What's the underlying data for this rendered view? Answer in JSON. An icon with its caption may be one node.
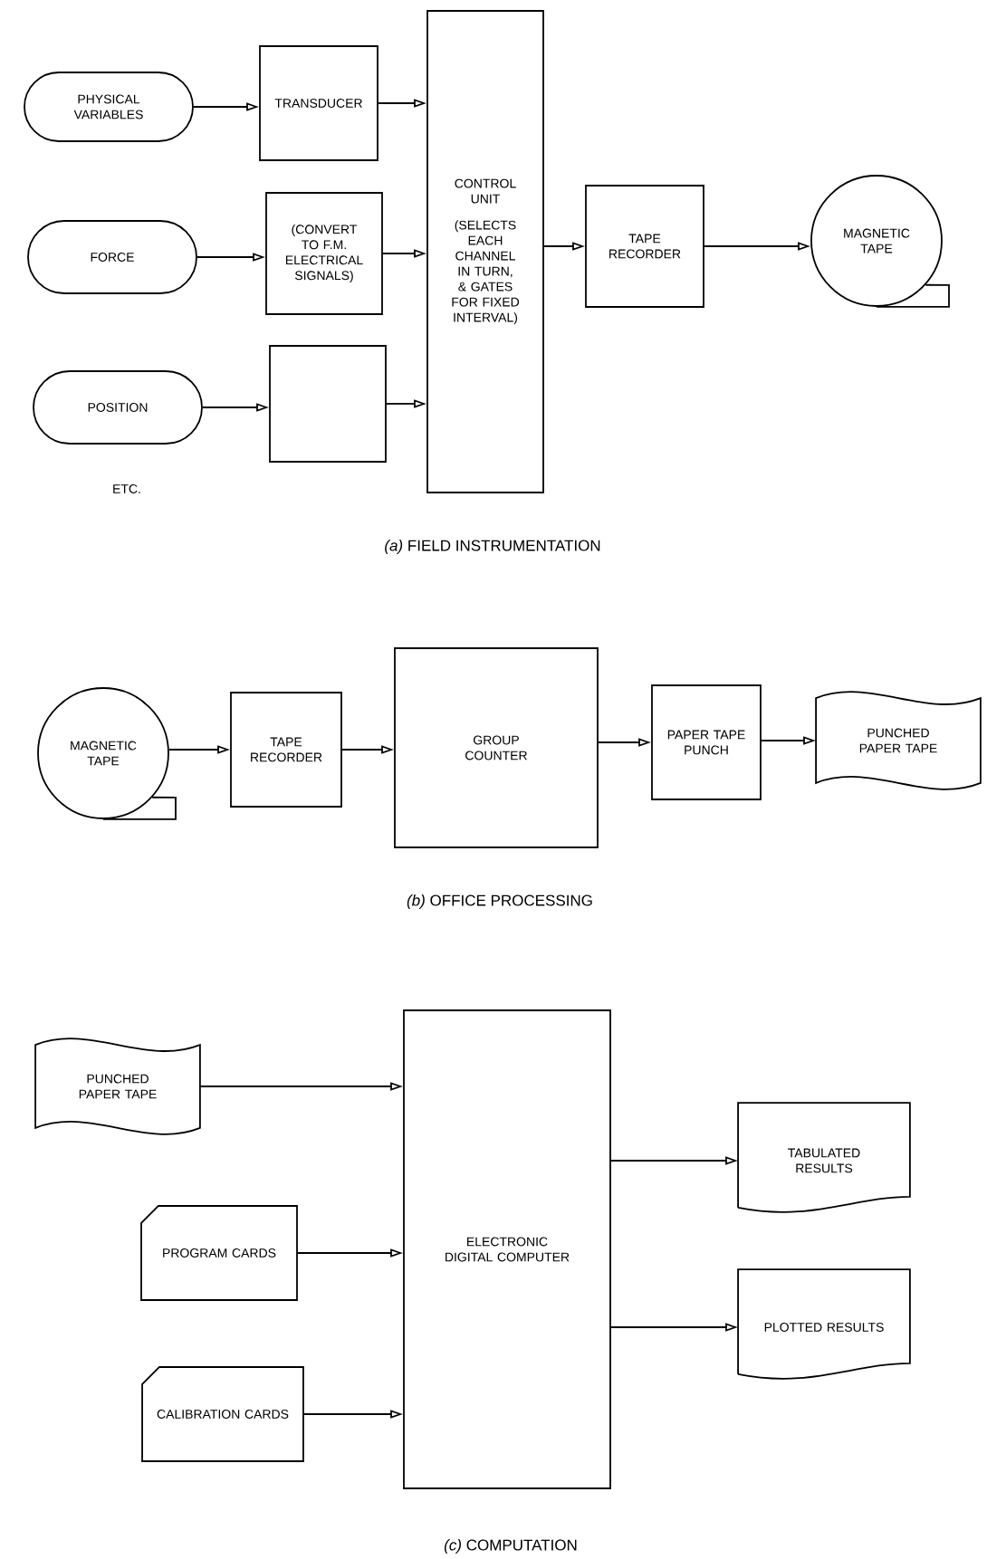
{
  "diagram": {
    "nodes": [
      {
        "text": [
          "PHYSICAL VARIABLES"
        ]
      },
      {
        "text": [
          "TRANSDUCER"
        ]
      },
      {
        "text": [
          "FORCE"
        ]
      },
      {
        "text": [
          "(CONVERT TO F.M. ELECTRICAL SIGNALS)"
        ]
      },
      {
        "text": [
          "POSITION"
        ]
      },
      {
        "text": [],
        "shape": "box"
      },
      {
        "text": [
          "CONTROL UNIT",
          "(SELECTS EACH CHANNEL IN TURN, & GATES FOR FIXED INTERVAL)"
        ]
      },
      {
        "text": [
          "TAPE RECORDER"
        ]
      },
      {
        "text": [
          "MAGNETIC TAPE"
        ]
      },
      {
        "text": [
          "MAGNETIC TAPE"
        ]
      },
      {
        "text": [
          "TAPE RECORDER"
        ]
      },
      {
        "text": [
          "GROUP COUNTER"
        ]
      },
      {
        "text": [
          "PAPER TAPE PUNCH"
        ]
      },
      {
        "text": [
          "PUNCHED PAPER TAPE"
        ]
      },
      {
        "text": [
          "PUNCHED PAPER TAPE"
        ]
      },
      {
        "text": [
          "PROGRAM CARDS"
        ]
      },
      {
        "text": [
          "CALIBRATION CARDS"
        ]
      },
      {
        "text": [
          "ELECTRONIC DIGITAL COMPUTER"
        ]
      },
      {
        "text": [
          "TABULATED RESULTS"
        ]
      },
      {
        "text": [
          "PLOTTED RESULTS"
        ]
      }
    ],
    "edges": [
      {
        "from": 0,
        "to": 1,
        "arrow": "to"
      },
      {
        "from": 1,
        "to": 6,
        "arrow": "to"
      },
      {
        "from": 2,
        "to": 3,
        "arrow": "to"
      },
      {
        "from": 3,
        "to": 6,
        "arrow": "to"
      },
      {
        "from": 4,
        "to": 5,
        "arrow": "to"
      },
      {
        "from": 5,
        "to": 6,
        "arrow": "to"
      },
      {
        "from": 6,
        "to": 7,
        "arrow": "to"
      },
      {
        "from": 7,
        "to": 8,
        "arrow": "to"
      },
      {
        "from": 9,
        "to": 10,
        "arrow": "to"
      },
      {
        "from": 10,
        "to": 11,
        "arrow": "to"
      },
      {
        "from": 11,
        "to": 12,
        "arrow": "to"
      },
      {
        "from": 12,
        "to": 13,
        "arrow": "to"
      },
      {
        "from": 14,
        "to": 17,
        "arrow": "to"
      },
      {
        "from": 15,
        "to": 17,
        "arrow": "to"
      },
      {
        "from": 16,
        "to": 17,
        "arrow": "to"
      },
      {
        "from": 17,
        "to": 18,
        "arrow": "to"
      },
      {
        "from": 17,
        "to": 19,
        "arrow": "to"
      }
    ],
    "labels": [
      "ETC.",
      "*(a)* FIELD INSTRUMENTATION",
      "*(b)* OFFICE PROCESSING",
      "*(c)* COMPUTATION"
    ]
  }
}
